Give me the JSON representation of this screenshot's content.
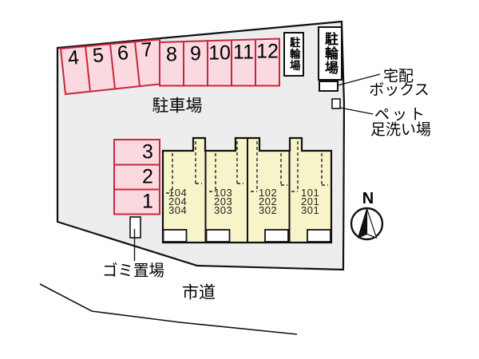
{
  "plan": {
    "parking_lot_label": "駐車場",
    "road_label": "市道",
    "garbage_label": "ゴミ置場",
    "bicycle_left_label": "駐輪場",
    "bicycle_right_label": "駐輪場",
    "delivery_box_label": [
      "宅配",
      "ボックス"
    ],
    "pet_wash_label": [
      "ペット",
      "足洗い場"
    ],
    "north_label": "N",
    "top_spaces": [
      "4",
      "5",
      "6",
      "7",
      "8",
      "9",
      "10",
      "11",
      "12"
    ],
    "left_spaces": [
      "3",
      "2",
      "1"
    ],
    "units": [
      {
        "rooms": [
          "104",
          "204",
          "304"
        ]
      },
      {
        "rooms": [
          "103",
          "203",
          "303"
        ]
      },
      {
        "rooms": [
          "102",
          "202",
          "302"
        ]
      },
      {
        "rooms": [
          "101",
          "201",
          "301"
        ]
      }
    ],
    "colors": {
      "site_fill": "#ededed",
      "parking_fill": "#fbd9e0",
      "parking_border": "#c5283c",
      "building_fill": "#f8f4c9",
      "white": "#ffffff"
    }
  }
}
